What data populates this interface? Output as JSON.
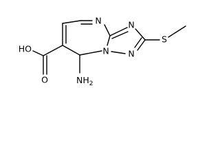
{
  "molecule": {
    "labels": {
      "ring_n_top": "N",
      "ring_n_right": "N",
      "ring_n_bottom_mid": "N",
      "ring_n_bottom_right": "N",
      "sulfur": "S",
      "hydroxyl": "HO",
      "carbonyl_oxygen": "O",
      "amino_n": "NH",
      "amino_subscript": "2"
    }
  }
}
